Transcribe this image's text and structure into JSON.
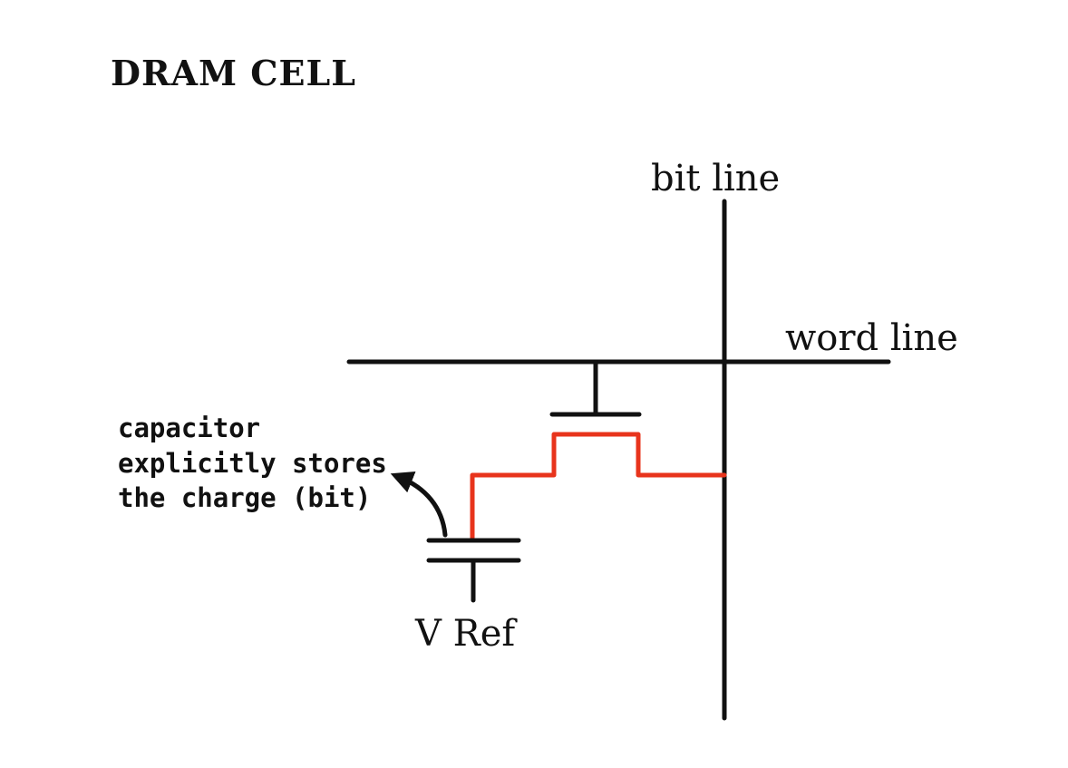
{
  "title": "DRAM CELL",
  "labels": {
    "bit_line": "bit line",
    "word_line": "word line",
    "v_ref": "V Ref"
  },
  "note": {
    "lines": [
      "capacitor",
      "explicitly stores",
      "the charge (bit)"
    ]
  },
  "colors": {
    "wire": "#111111",
    "storage_path": "#e8341c",
    "background": "#ffffff"
  }
}
